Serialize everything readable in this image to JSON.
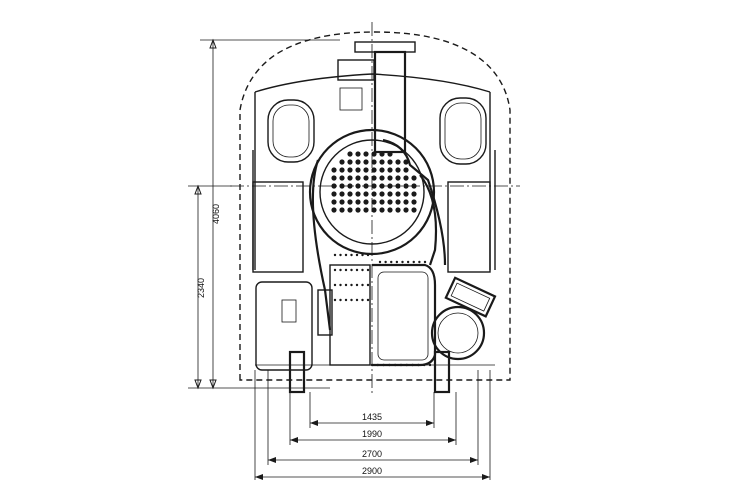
{
  "dimensions": {
    "height_overall": "4060",
    "height_center": "2340",
    "gauge": "1435",
    "width_1": "1990",
    "width_2": "2700",
    "width_overall": "2900"
  },
  "colors": {
    "line": "#1a1a1a",
    "background": "#ffffff"
  }
}
